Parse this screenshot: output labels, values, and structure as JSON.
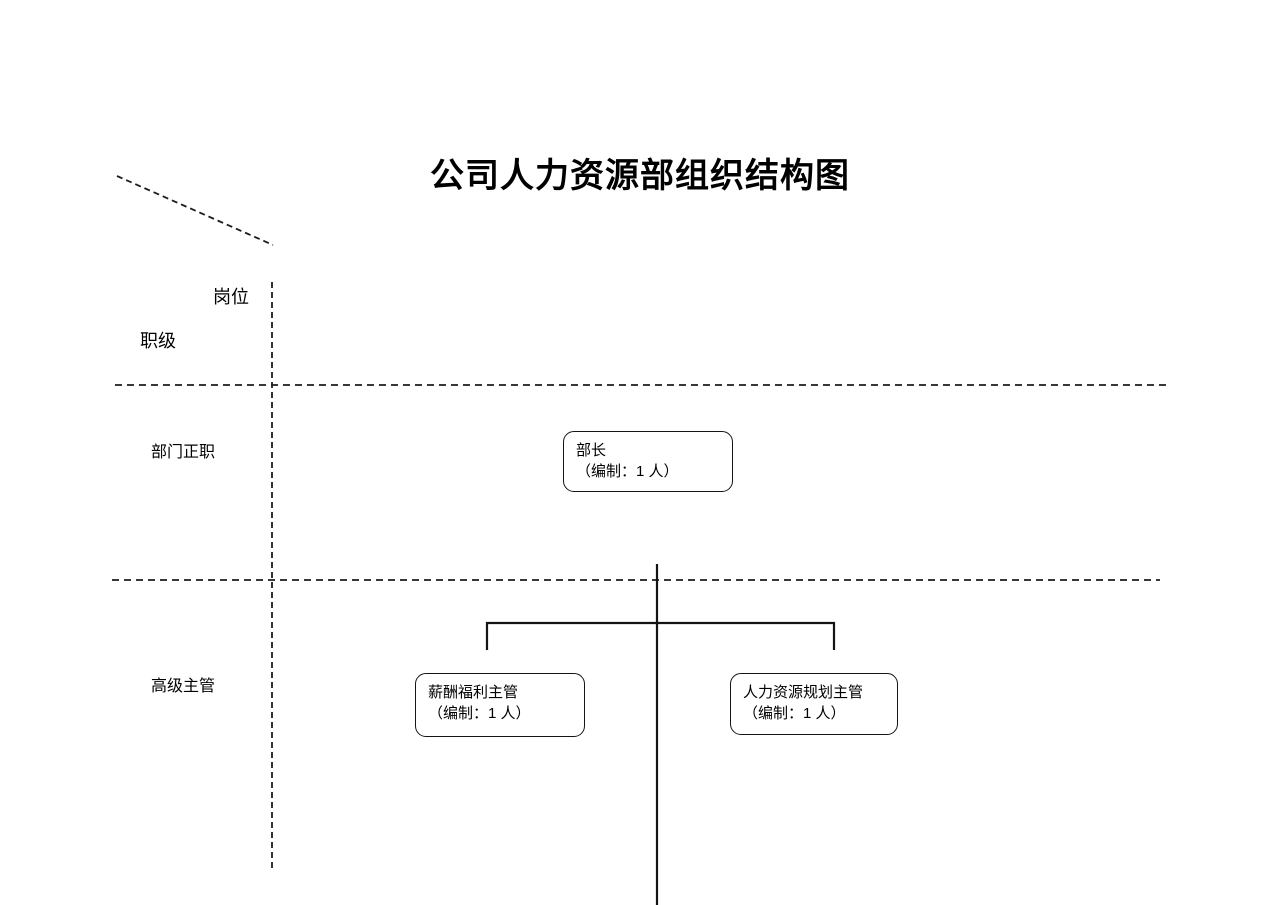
{
  "title": "公司人力资源部组织结构图",
  "axis": {
    "column_label": "岗位",
    "row_label": "职级"
  },
  "rank_rows": [
    {
      "label": "部门正职"
    },
    {
      "label": "高级主管"
    }
  ],
  "org": {
    "root": {
      "title": "部长",
      "headcount": "（编制：1 人）"
    },
    "children": [
      {
        "title": "薪酬福利主管",
        "headcount": "（编制：1 人）"
      },
      {
        "title": "人力资源规划主管",
        "headcount": "（编制：1 人）"
      }
    ]
  },
  "colors": {
    "line": "#1c1c1c",
    "text": "#000000",
    "background": "#ffffff"
  }
}
